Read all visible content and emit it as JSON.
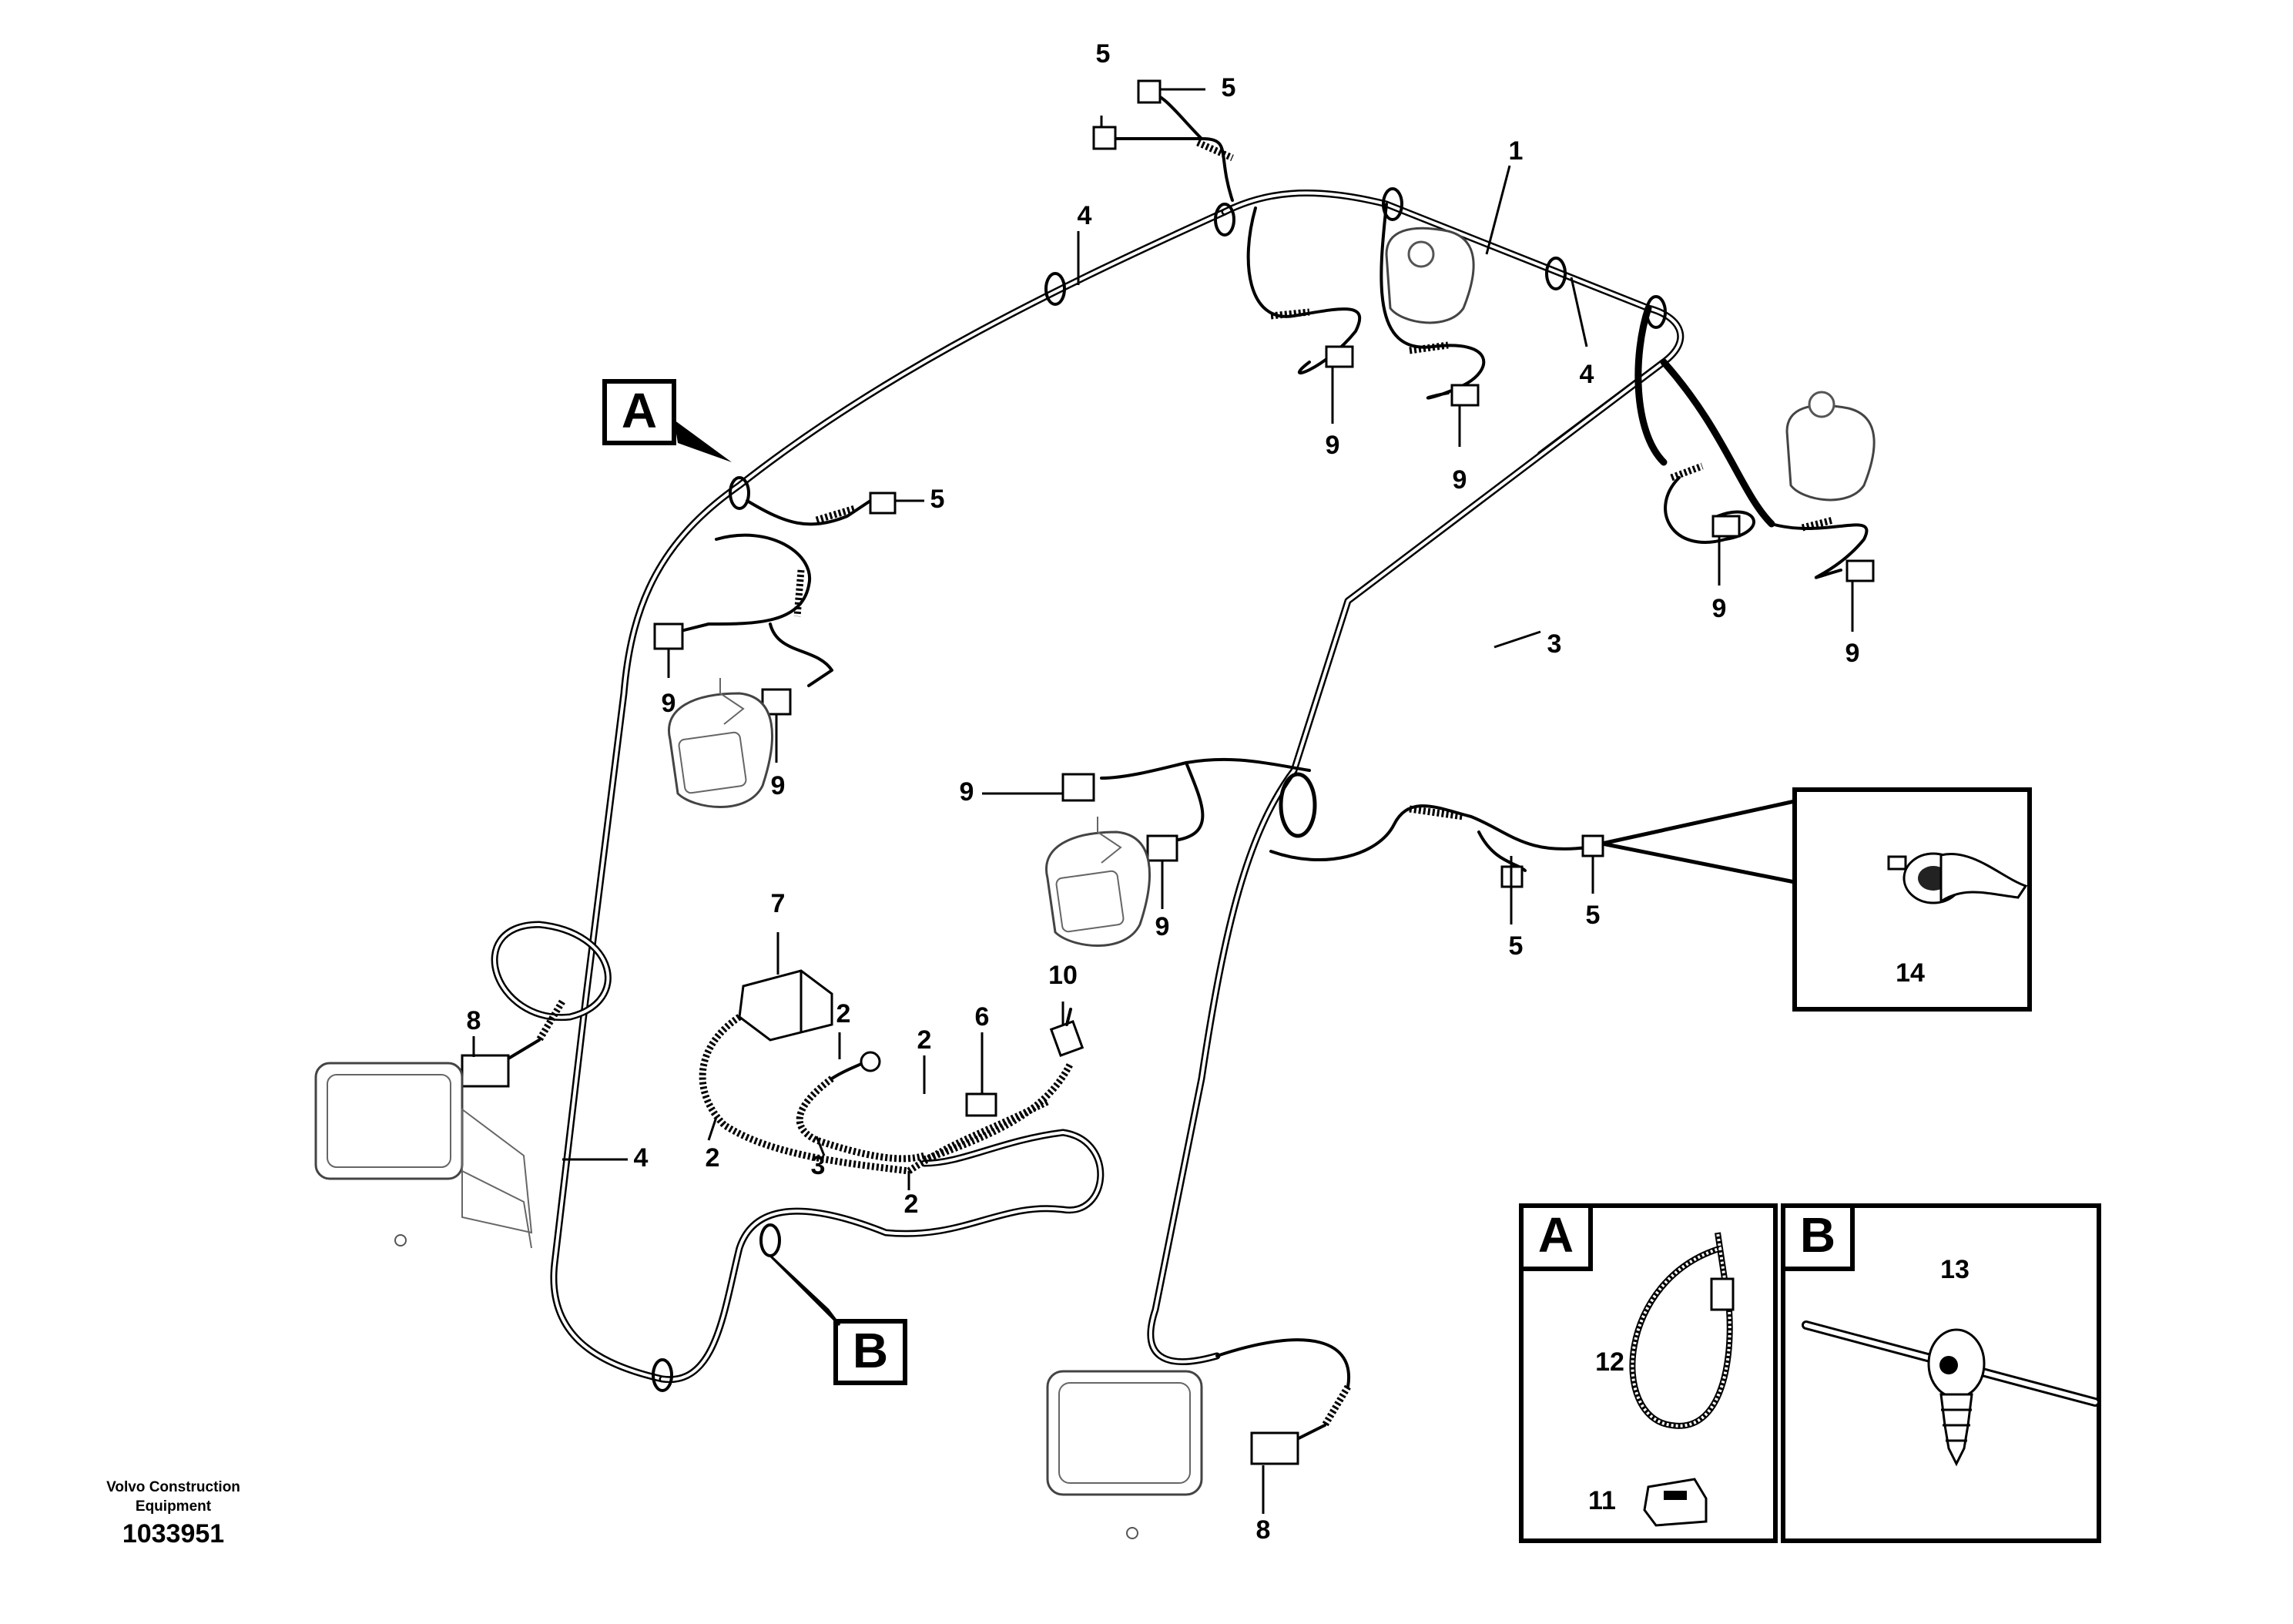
{
  "footer": {
    "manufacturer_line1": "Volvo Construction",
    "manufacturer_line2": "Equipment",
    "figure_number": "1033951"
  },
  "view_markers": {
    "a": "A",
    "b": "B"
  },
  "detail_boxes": {
    "a_title": "A",
    "b_title": "B"
  },
  "callouts": {
    "c1": "1",
    "c2a": "2",
    "c2b": "2",
    "c2c": "2",
    "c2d": "2",
    "c3a": "3",
    "c3b": "3",
    "c4a": "4",
    "c4b": "4",
    "c4c": "4",
    "c5a": "5",
    "c5b": "5",
    "c5c": "5",
    "c5d": "5",
    "c5e": "5",
    "c6": "6",
    "c7": "7",
    "c8a": "8",
    "c8b": "8",
    "c9a": "9",
    "c9b": "9",
    "c9c": "9",
    "c9d": "9",
    "c9e": "9",
    "c9f": "9",
    "c9g": "9",
    "c9h": "9",
    "c10": "10",
    "c11": "11",
    "c12": "12",
    "c13": "13",
    "c14": "14"
  }
}
